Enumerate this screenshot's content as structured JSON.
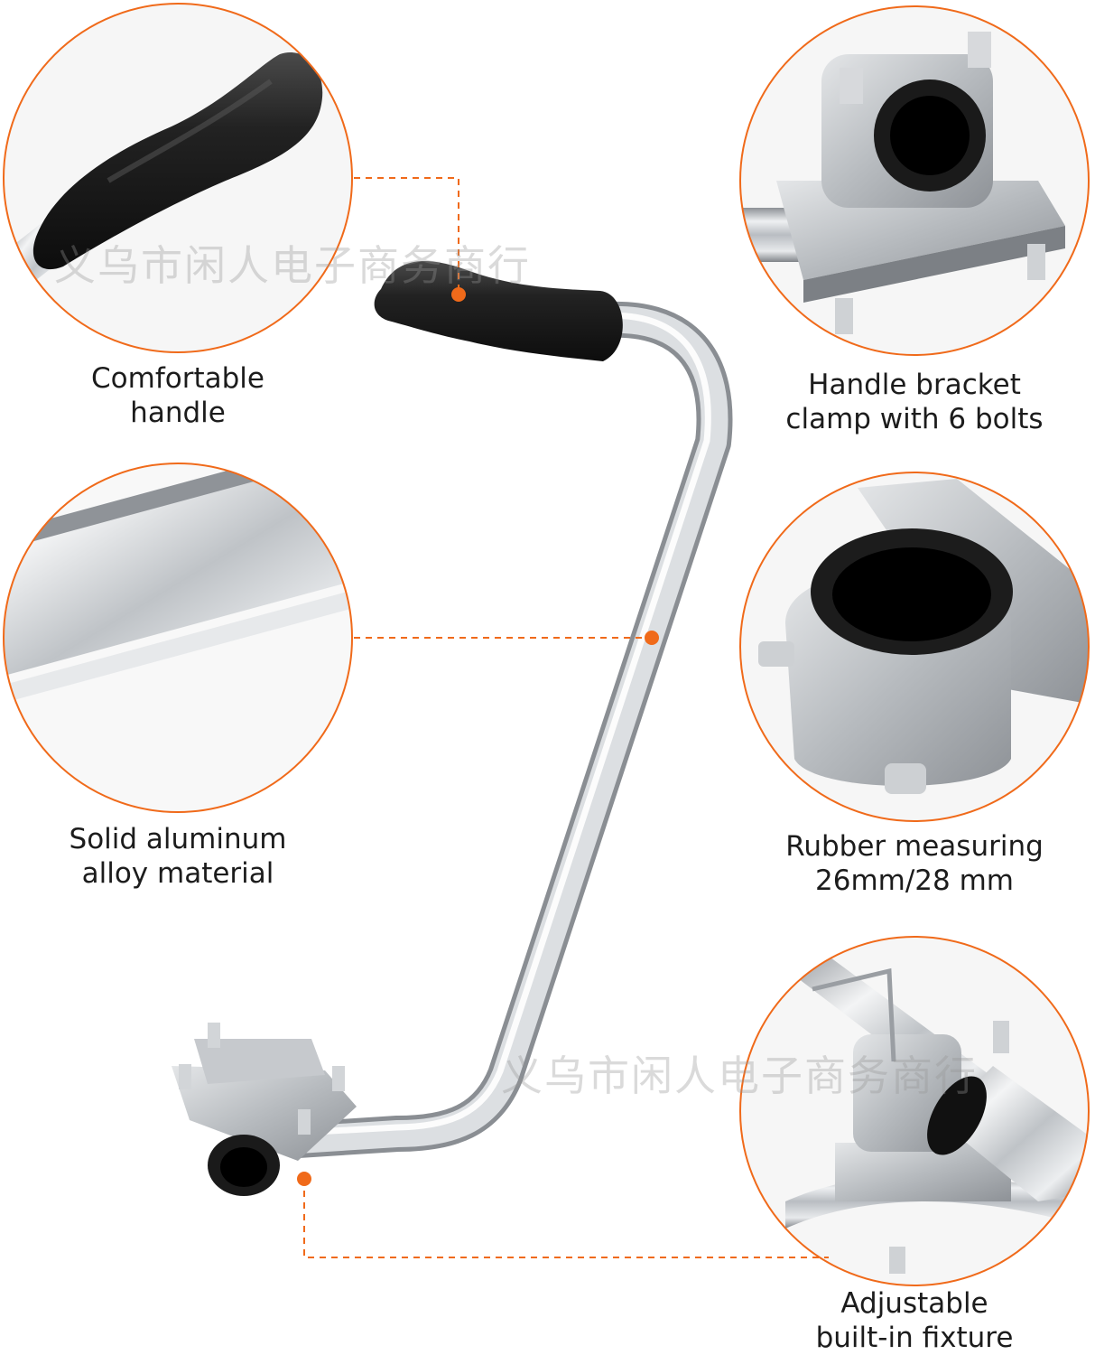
{
  "colors": {
    "accent": "#f06a1a",
    "metal": "#c9ccd0",
    "rubber": "#1e1e1e",
    "text": "#1c1c1c"
  },
  "features": [
    {
      "line1": "Comfortable",
      "line2": "handle"
    },
    {
      "line1": "Solid aluminum",
      "line2": "alloy material"
    },
    {
      "line1": "Handle bracket",
      "line2": "clamp with 6 bolts"
    },
    {
      "line1": "Rubber measuring",
      "line2": "26mm/28 mm"
    },
    {
      "line1": "Adjustable",
      "line2": "built-in fixture"
    }
  ],
  "watermarks": [
    "义乌市闲人电子商务商行",
    "义乌市闲人电子商务商行"
  ]
}
